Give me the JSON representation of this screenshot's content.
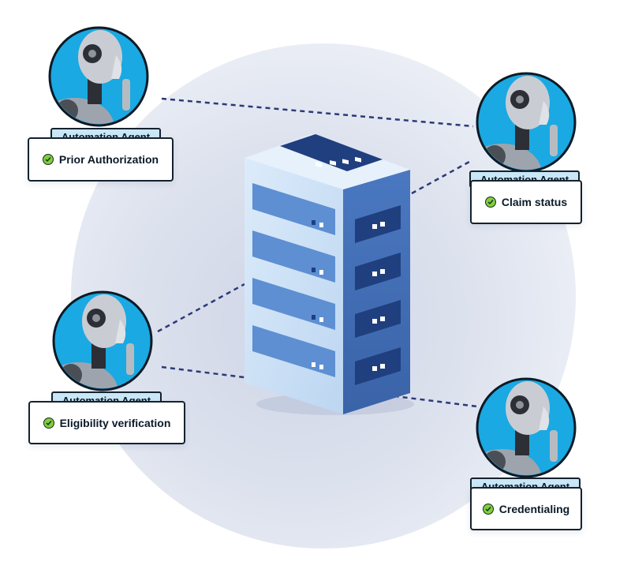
{
  "agents": [
    {
      "title": "Automation Agent",
      "task": "Prior Authorization"
    },
    {
      "title": "Automation Agent",
      "task": "Claim status"
    },
    {
      "title": "Automation Agent",
      "task": "Eligibility verification"
    },
    {
      "title": "Automation Agent",
      "task": "Credentialing"
    }
  ],
  "colors": {
    "avatar_ring": "#1aa9e2",
    "label_fill": "#c9e7f6",
    "check_green": "#7dcf3e",
    "connector": "#2b3a78",
    "server_light": "#cfe3f7",
    "server_dark": "#3f6bb3"
  },
  "icons": {
    "avatar": "robot-icon",
    "status": "check-circle-icon",
    "center": "server-icon"
  }
}
